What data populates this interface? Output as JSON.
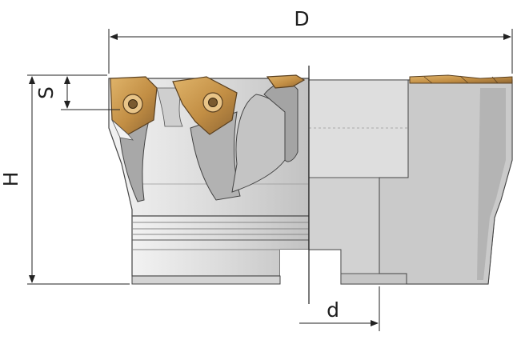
{
  "drawing": {
    "labels": {
      "diameter": "D",
      "height": "H",
      "insert_step": "S",
      "bore": "d"
    },
    "colors": {
      "body_light": "#e9e9e9",
      "body_mid": "#c8c8c8",
      "body_dark": "#9a9a9a",
      "outline": "#3a3a3a",
      "insert_gold": "#c8964a",
      "insert_dark": "#8a6a40",
      "dimension_line": "#222222"
    }
  }
}
